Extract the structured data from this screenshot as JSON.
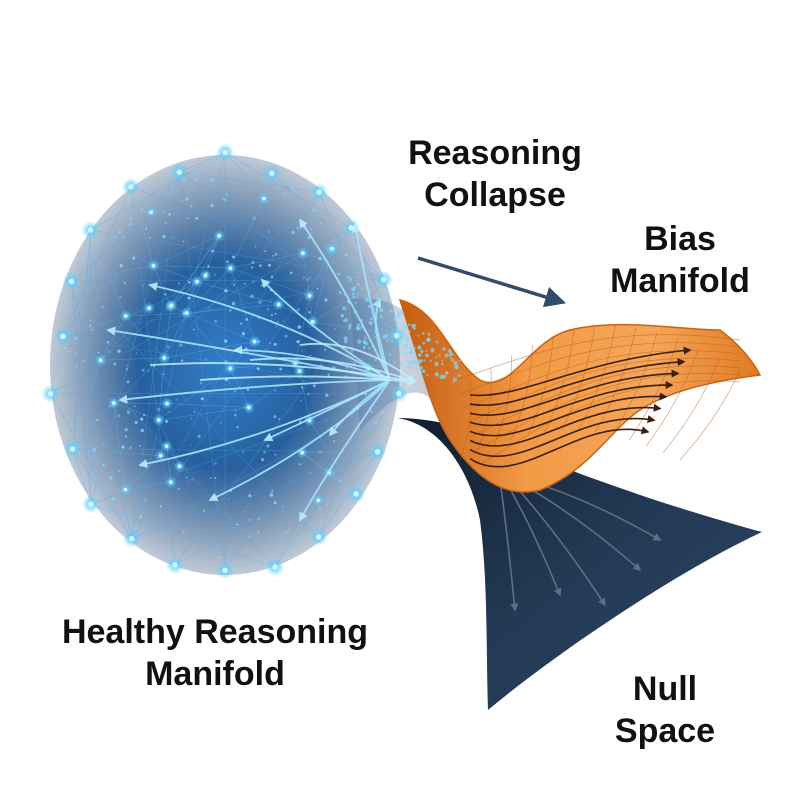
{
  "labels": {
    "collapse": [
      "Reasoning",
      "Collapse"
    ],
    "bias": [
      "Bias",
      "Manifold"
    ],
    "healthy": [
      "Healthy Reasoning",
      "Manifold"
    ],
    "null_space": [
      "Null",
      "Space"
    ]
  },
  "colors": {
    "network_node": "#5ad0ff",
    "network_edge": "#4aa8e8",
    "network_core": "#0d3b73",
    "bias_surface": "#f08a2e",
    "bias_edge": "#c86410",
    "null_surface": "#1f3147",
    "arrow_light": "#9fe4ff",
    "arrow_dark": "#3c1f0a",
    "collapse_arrow": "#2f4d6a",
    "label_text": "#111111"
  }
}
